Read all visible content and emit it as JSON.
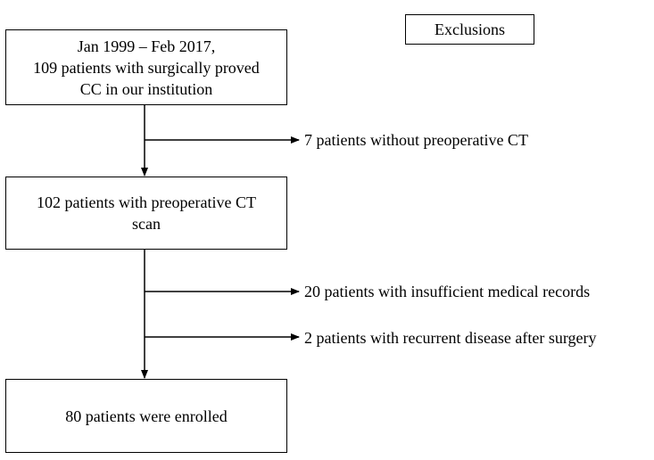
{
  "flowchart": {
    "start_box": "Jan 1999 – Feb 2017,\n109 patients with surgically proved\nCC in our institution",
    "ct_box": "102 patients with preoperative CT\nscan",
    "enrolled_box": "80 patients were enrolled",
    "exclusions_header": "Exclusions",
    "exclusions": [
      "7 patients without preoperative CT",
      "20 patients with insufficient medical records",
      "2 patients with recurrent disease after surgery"
    ],
    "line_color": "#000000"
  }
}
